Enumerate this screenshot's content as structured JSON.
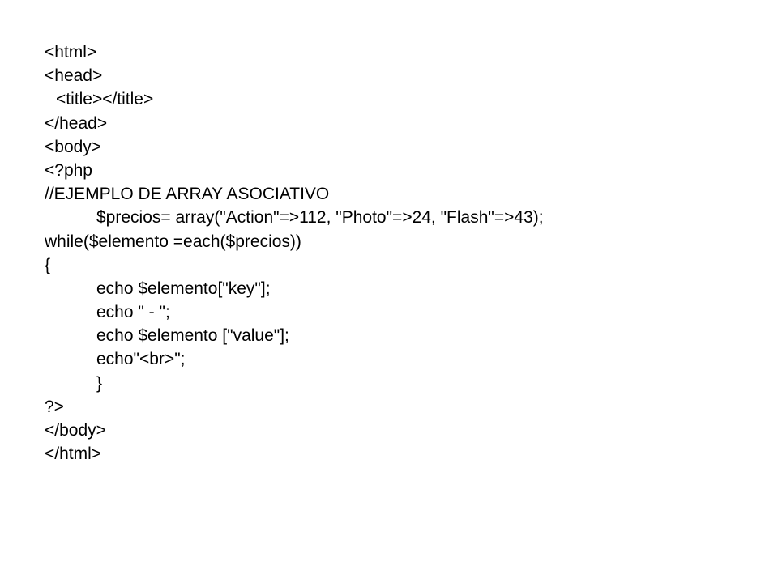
{
  "slide": {
    "code_lines": [
      {
        "text": "<html>",
        "indent": 0
      },
      {
        "text": "<head>",
        "indent": 0
      },
      {
        "text": "<title></title>",
        "indent": 1
      },
      {
        "text": "</head>",
        "indent": 0
      },
      {
        "text": "<body>",
        "indent": 0
      },
      {
        "text": "<?php",
        "indent": 0
      },
      {
        "text": "//EJEMPLO DE ARRAY ASOCIATIVO",
        "indent": 0
      },
      {
        "text": "$precios= array(\"Action\"=>112, \"Photo\"=>24, \"Flash\"=>43);",
        "indent": 2
      },
      {
        "text": "while($elemento =each($precios))",
        "indent": 0
      },
      {
        "text": "{",
        "indent": 0
      },
      {
        "text": "echo $elemento[\"key\"];",
        "indent": 2
      },
      {
        "text": "echo \" - \";",
        "indent": 2
      },
      {
        "text": "echo $elemento [\"value\"];",
        "indent": 2
      },
      {
        "text": "echo\"<br>\";",
        "indent": 2
      },
      {
        "text": "}",
        "indent": 2
      },
      {
        "text": "?>",
        "indent": 0
      },
      {
        "text": "</body>",
        "indent": 0
      },
      {
        "text": "</html>",
        "indent": 0
      }
    ]
  }
}
